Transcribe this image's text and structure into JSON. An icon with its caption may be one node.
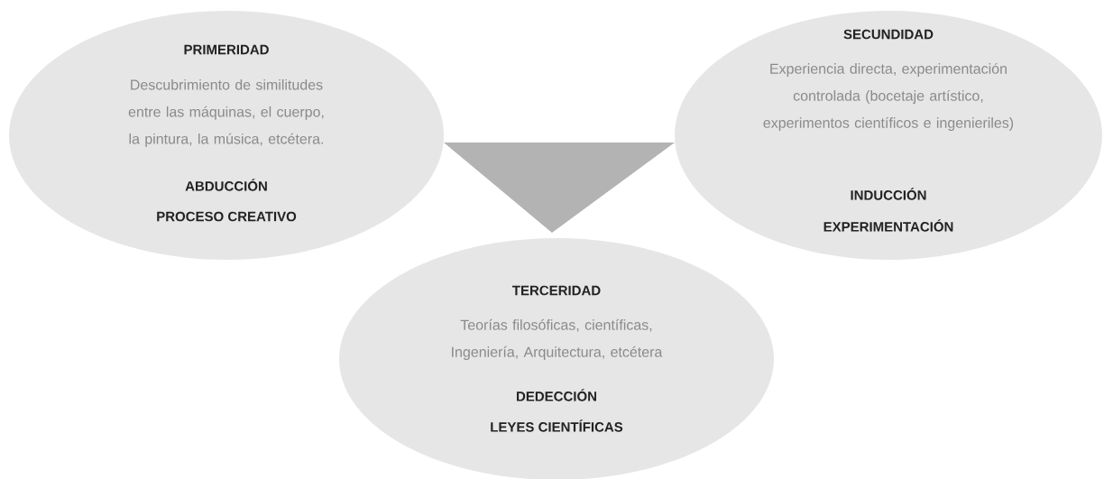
{
  "diagram": {
    "nodes": [
      {
        "text": [
          "PRIMERIDAD",
          "Descubrimiento de similitudes entre las máquinas, el cuerpo, la pintura, la música, etcétera.",
          "ABDUCCIÓN",
          "PROCESO CREATIVO"
        ]
      },
      {
        "text": [
          "SECUNDIDAD",
          "Experiencia directa, experimentación controlada (bocetaje artístico, experimentos científicos e ingenieriles)",
          "INDUCCIÓN",
          "EXPERIMENTACIÓN"
        ]
      },
      {
        "text": [],
        "shape": "triangle"
      },
      {
        "text": [
          "TERCERIDAD",
          "Teorías filosóficas, científicas, Ingeniería, Arquitectura, etcétera",
          "DEDECCIÓN",
          "LEYES CIENTÍFICAS"
        ]
      }
    ]
  }
}
